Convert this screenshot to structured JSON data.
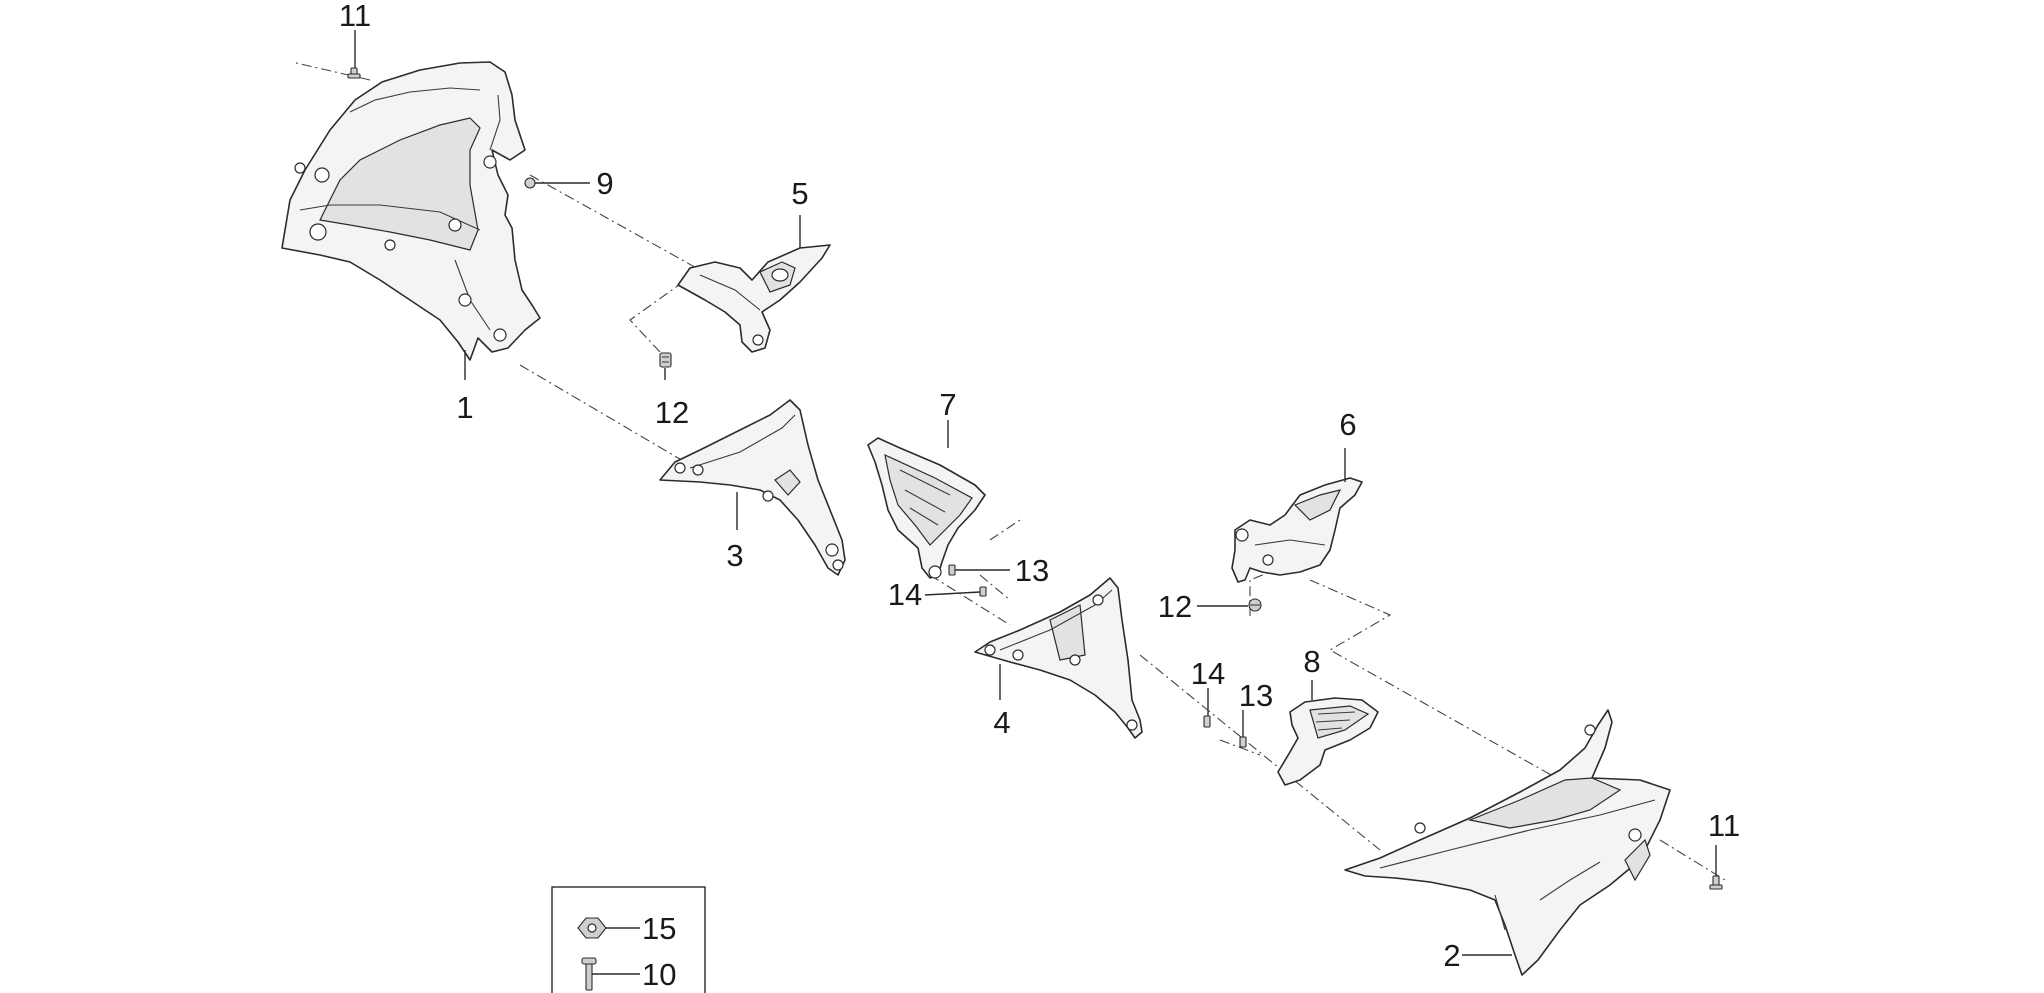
{
  "callouts": [
    {
      "id": "c11a",
      "label": "11"
    },
    {
      "id": "c9",
      "label": "9"
    },
    {
      "id": "c5",
      "label": "5"
    },
    {
      "id": "c1",
      "label": "1"
    },
    {
      "id": "c12a",
      "label": "12"
    },
    {
      "id": "c7",
      "label": "7"
    },
    {
      "id": "c6",
      "label": "6"
    },
    {
      "id": "c3",
      "label": "3"
    },
    {
      "id": "c13a",
      "label": "13"
    },
    {
      "id": "c14a",
      "label": "14"
    },
    {
      "id": "c12b",
      "label": "12"
    },
    {
      "id": "c8",
      "label": "8"
    },
    {
      "id": "c14b",
      "label": "14"
    },
    {
      "id": "c13b",
      "label": "13"
    },
    {
      "id": "c4",
      "label": "4"
    },
    {
      "id": "c11b",
      "label": "11"
    },
    {
      "id": "c2",
      "label": "2"
    }
  ],
  "legend": {
    "items": [
      {
        "label": "15",
        "icon": "flange-nut-icon"
      },
      {
        "label": "10",
        "icon": "bolt-icon"
      }
    ]
  }
}
